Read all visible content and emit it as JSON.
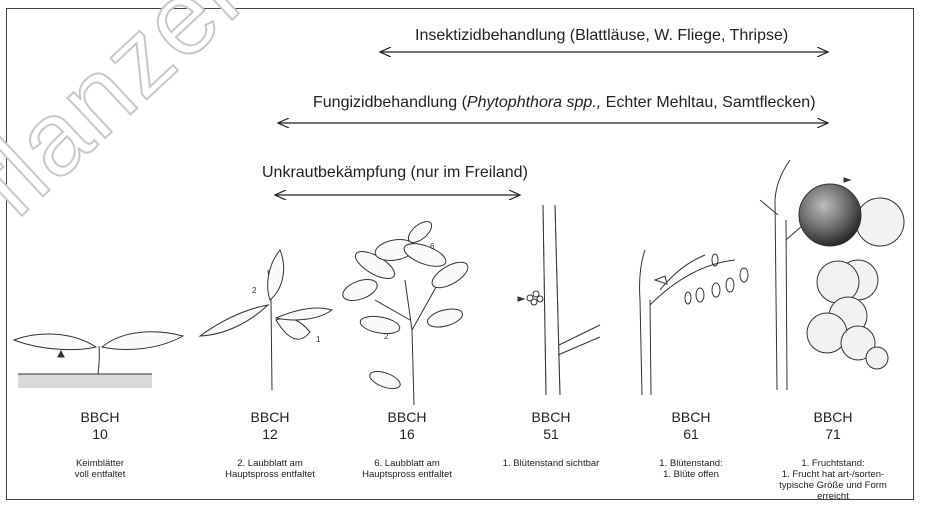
{
  "watermark": "Pflanzen",
  "treatments": [
    {
      "label": "Insektizidbehandlung (Blattläuse,  W. Fliege, Thripse)"
    },
    {
      "label_pre": "Fungizidbehandlung (",
      "label_italic": "Phytophthora spp.,",
      "label_post": " Echter Mehltau, Samtflecken)"
    },
    {
      "label": "Unkrautbekämpfung (nur im Freiland)"
    }
  ],
  "stages": [
    {
      "bbch": "BBCH",
      "code": "10",
      "description": [
        "Keimblätter",
        "voll entfaltet"
      ]
    },
    {
      "bbch": "BBCH",
      "code": "12",
      "description": [
        "2. Laubblatt am",
        "Hauptspross entfaltet"
      ]
    },
    {
      "bbch": "BBCH",
      "code": "16",
      "description": [
        "6. Laubblatt am",
        "Hauptspross entfaltet"
      ]
    },
    {
      "bbch": "BBCH",
      "code": "51",
      "description": [
        "1. Blütenstand sichtbar"
      ]
    },
    {
      "bbch": "BBCH",
      "code": "61",
      "description": [
        "1. Blütenstand:",
        "1. Blüte offen"
      ]
    },
    {
      "bbch": "BBCH",
      "code": "71",
      "description": [
        "1. Fruchtstand:",
        "1. Frucht hat art-/sorten-",
        "typische Größe und Form",
        "erreicht"
      ]
    }
  ],
  "plant_markers": {
    "s12": "2",
    "s12b": "1",
    "s16a": "6",
    "s16b": "2"
  }
}
